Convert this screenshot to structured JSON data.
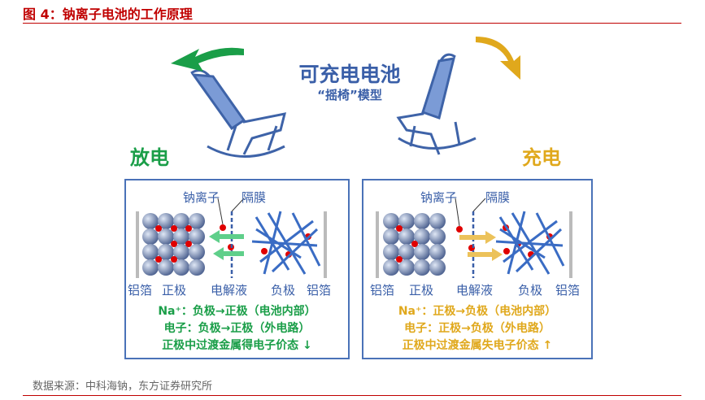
{
  "figure_title": "图 4：钠离子电池的工作原理",
  "main_title": "可充电电池",
  "subtitle": "“摇椅”模型",
  "discharge": {
    "label": "放电",
    "notes": [
      "Na⁺：负极→正极（电池内部）",
      "电子：负极→正极（外电路）",
      "正极中过渡金属得电子价态 ↓"
    ]
  },
  "charge": {
    "label": "充电",
    "notes": [
      "Na⁺：正极→负极（电池内部）",
      "电子：正极→负极（外电路）",
      "正极中过渡金属失电子价态 ↑"
    ]
  },
  "labels": {
    "sodium_ion": "钠离子",
    "separator": "隔膜",
    "al_foil": "铝箔",
    "cathode": "正极",
    "electrolyte": "电解液",
    "anode": "负极"
  },
  "source": "数据来源：中科海钠，东方证券研究所",
  "colors": {
    "title": "#c00000",
    "blue": "#3a5fa8",
    "green": "#1a9e48",
    "gold": "#e0a81c",
    "ion": "#e00000"
  }
}
